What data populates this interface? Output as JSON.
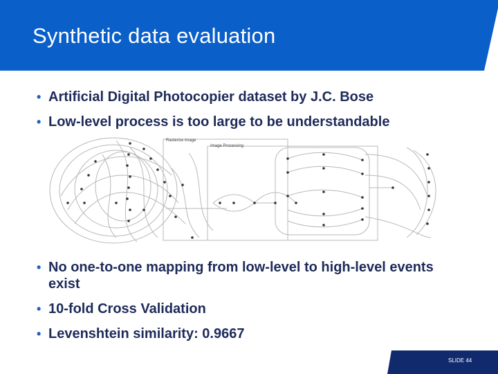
{
  "slide": {
    "title": "Synthetic data evaluation",
    "bullets_top": [
      "Artificial Digital Photocopier dataset by J.C. Bose",
      "Low-level process is too large to be understandable"
    ],
    "bullets_bottom": [
      "No one-to-one mapping from low-level to high-level events exist",
      "10-fold Cross Validation",
      "Levenshtein similarity: 0.9667"
    ],
    "bullet_symbol": "•",
    "diagram": {
      "labels": [
        "Rasterize image",
        "Image Processing"
      ]
    },
    "slide_number": "SLIDE 44"
  },
  "colors": {
    "header_blue": "#0a5fc9",
    "text_navy": "#1d2a59",
    "footer_navy": "#102a6d"
  }
}
